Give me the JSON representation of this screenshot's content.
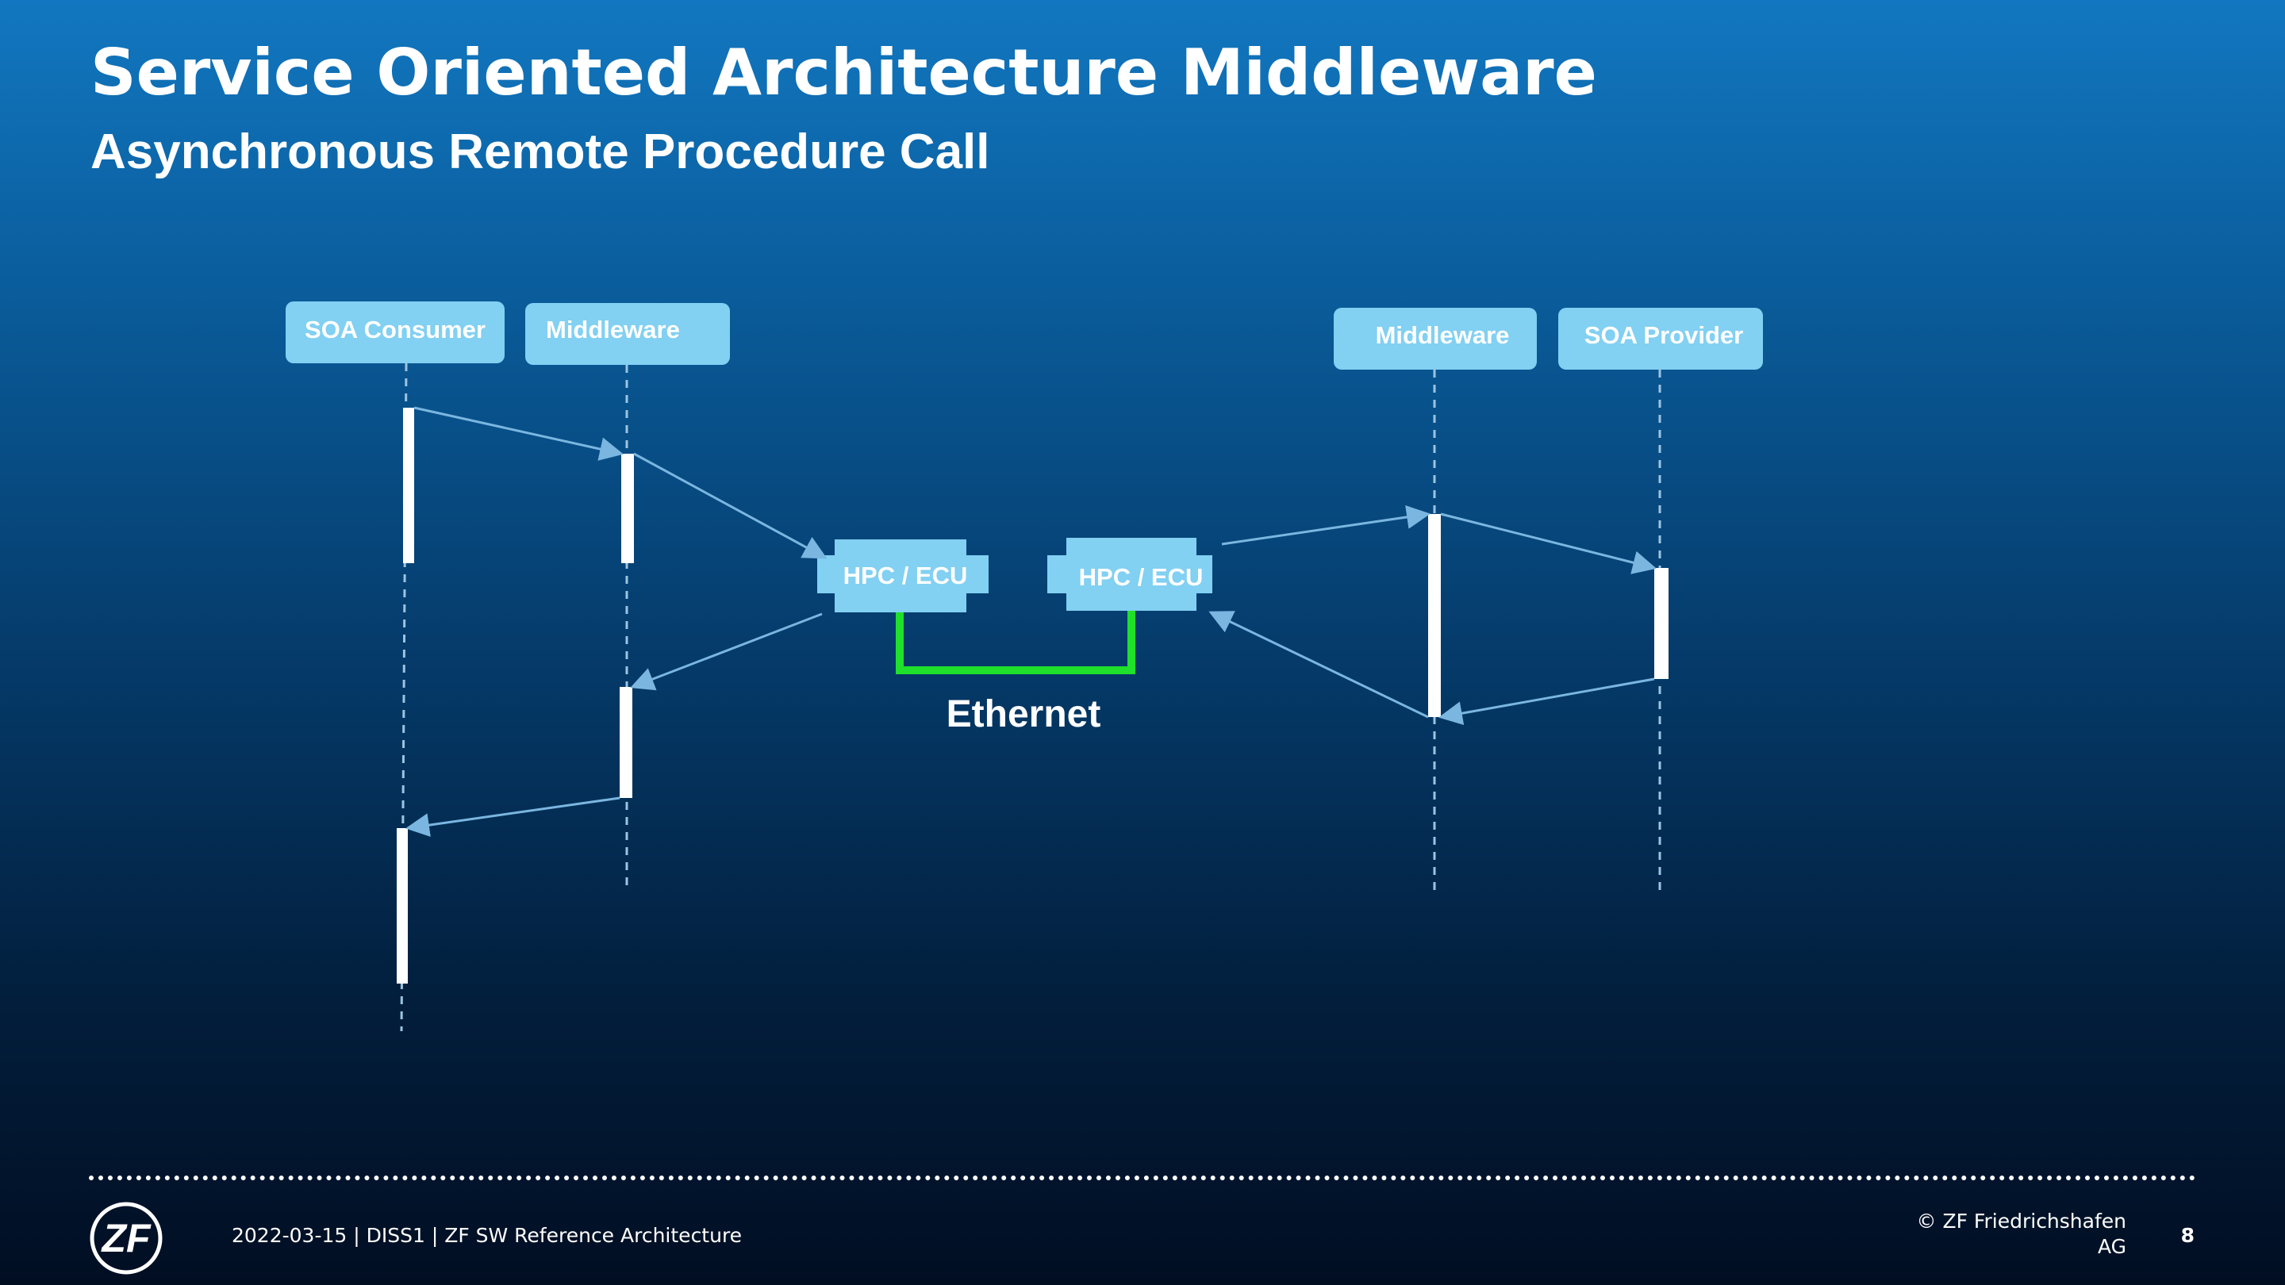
{
  "slide": {
    "title": "Service Oriented Architecture Middleware",
    "subtitle": "Asynchronous Remote Procedure Call"
  },
  "diagram": {
    "lifelines": {
      "consumer": "SOA Consumer",
      "middleware_left": "Middleware",
      "middleware_right": "Middleware",
      "provider": "SOA Provider"
    },
    "nodes": {
      "ecu_left": "HPC / ECU",
      "ecu_right": "HPC / ECU"
    },
    "link_label": "Ethernet",
    "colors": {
      "box_fill": "#82d0f2",
      "ethernet_link": "#1fe02a",
      "arrow": "#7ab6e0",
      "lifeline": "#9cc4e2",
      "activation": "#ffffff"
    }
  },
  "footer": {
    "meta": "2022-03-15 | DISS1 | ZF SW Reference Architecture",
    "copyright_line1": "© ZF Friedrichshafen",
    "copyright_line2": "AG",
    "page_number": "8",
    "logo_text": "ZF"
  }
}
